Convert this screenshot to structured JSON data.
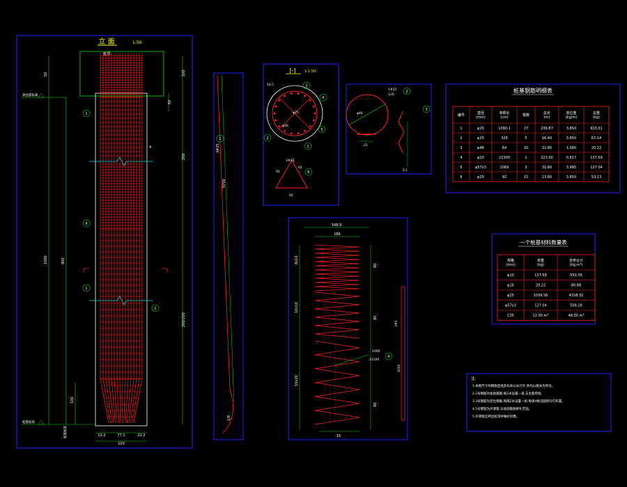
{
  "views": {
    "elevation_title": "立 面",
    "elevation_scale": "1:50",
    "section_title": "[-]",
    "section_scale": "1-1:50"
  },
  "elevation_labels": {
    "top": "桩顶",
    "left_elev_1": "承台底标高",
    "left_elev_2": "桩底标高",
    "left_dims": [
      "50",
      "1000",
      "900",
      "100"
    ],
    "right_dims": [
      "100",
      "50",
      "200",
      "200/200",
      "4"
    ],
    "bottom_dims": [
      "22.2",
      "77.2",
      "22.2",
      "120"
    ],
    "callouts": [
      "1",
      "4",
      "1",
      "2"
    ]
  },
  "side_bar": {
    "dims": [
      "3#25",
      "9700",
      "1/8"
    ],
    "callout": "1"
  },
  "section": {
    "callouts": [
      "3",
      "4",
      "5",
      "1",
      "2",
      "6"
    ],
    "dims": [
      "10.5",
      "φ25",
      "φ46"
    ],
    "triangle_labels": [
      "3#25",
      "92",
      "92",
      "92"
    ]
  },
  "detail": {
    "labels": [
      "1#25",
      "120",
      "φ46",
      "25",
      "5.1"
    ],
    "callouts": [
      "2",
      "3"
    ]
  },
  "spiral": {
    "dims_top": [
      "148.9",
      "186"
    ],
    "dims_left": [
      "8x10",
      "10x10",
      "10x20"
    ],
    "dims_right": [
      "80",
      "80",
      "80"
    ],
    "label_mid": "1000",
    "label_mid2": "23100",
    "bottom_dim": "16",
    "callout": "4",
    "side_dims": [
      "3#5",
      "1000"
    ]
  },
  "table1": {
    "title": "桩基钢筋明细表",
    "headers": [
      "编号",
      "直径\n(mm)",
      "单根长\n(cm)",
      "根数",
      "总长\n(m)",
      "单位重\n(kg/m)",
      "总重\n(kg)"
    ],
    "rows": [
      [
        "1",
        "φ25",
        "1090.1",
        "27",
        "239.87",
        "3.850",
        "923.31"
      ],
      [
        "2",
        "φ25",
        "328",
        "5",
        "16.40",
        "3.850",
        "63.14"
      ],
      [
        "3",
        "φ46",
        "64",
        "20",
        "12.80",
        "1.580",
        "20.22"
      ],
      [
        "4",
        "φ10",
        "22300",
        "1",
        "223.00",
        "0.617",
        "137.59"
      ],
      [
        "5",
        "φ57x3",
        "1069",
        "3",
        "31.80",
        "3.995",
        "127.04"
      ],
      [
        "6",
        "φ25",
        "92",
        "15",
        "13.80",
        "3.850",
        "53.13"
      ]
    ]
  },
  "table2": {
    "title": "一个桩基材料数量表",
    "headers": [
      "规格\n(mm)",
      "单重\n(kg)",
      "全桥合计\n(kg,m³)"
    ],
    "rows": [
      [
        "φ10",
        "137.59",
        "550.36"
      ],
      [
        "φ16",
        "20.22",
        "80.88"
      ],
      [
        "φ25",
        "1039.58",
        "4158.32"
      ],
      [
        "φ57x3",
        "127.04",
        "508.16"
      ],
      [
        "C35",
        "12.00 m³",
        "48.00 m³"
      ]
    ]
  },
  "notes": {
    "title": "注:",
    "lines": [
      "1.本图尺寸除钢筋直径及标高以米计外,余均以厘米为单位。",
      "2.2号钢筋为加劲箍筋,每2米设置一道,与主筋焊接。",
      "3.3号钢筋为定位钢筋,每隔2米设置一组,每组4根沿圆周均匀布置。",
      "4.5号钢管为声测管,与加劲箍筋绑扎牢固。",
      "5.声测管应伸出桩顶并做好封堵。"
    ]
  },
  "colors": {
    "frame": "#2222ff",
    "rebar": "#ff2020",
    "dim": "#00e000",
    "text": "#ffffff",
    "cyan": "#00e0e0",
    "yellow": "#ffff00"
  }
}
